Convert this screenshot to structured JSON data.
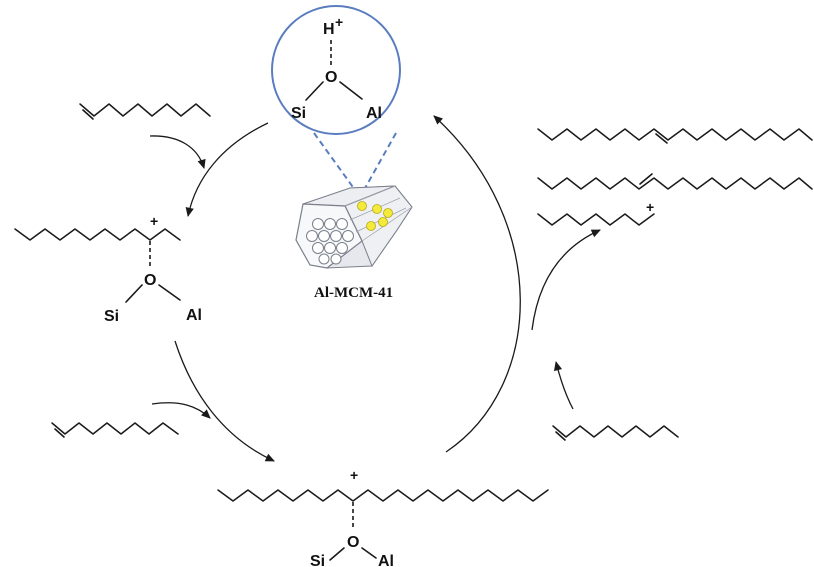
{
  "site": {
    "h_label": "H",
    "o_label": "O",
    "si_label": "Si",
    "al_label": "Al",
    "plus": "+"
  },
  "catalyst": {
    "name": "Al-MCM-41"
  },
  "colors": {
    "circle": "#5a7dbf",
    "particle": "#f4ea3c",
    "ink": "#1a1a1a"
  }
}
